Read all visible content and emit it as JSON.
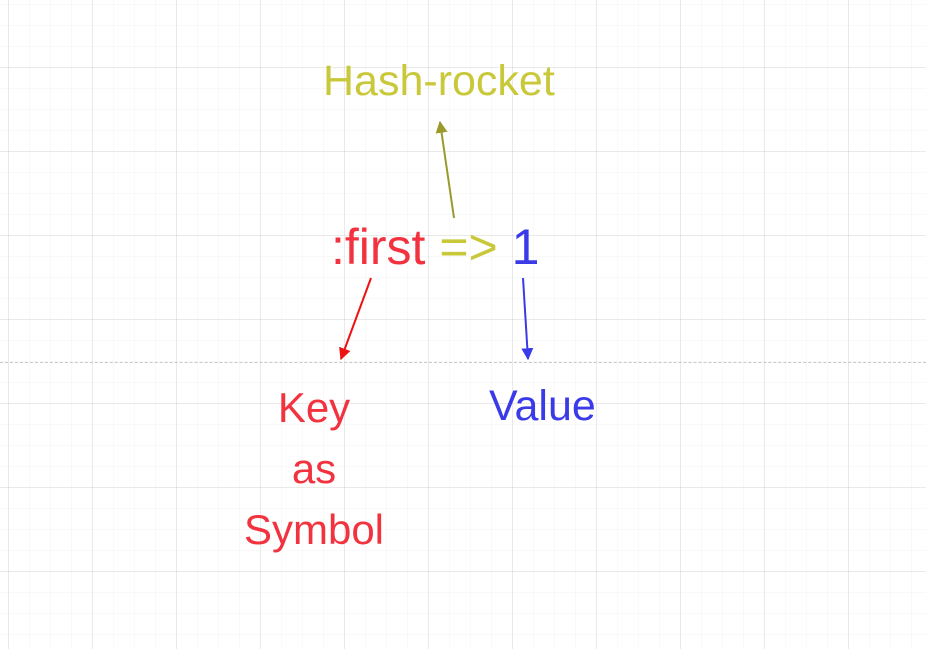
{
  "diagram": {
    "expression": {
      "key": ":first",
      "rocket": "=>",
      "value": "1"
    },
    "labels": {
      "hash_rocket": "Hash-rocket",
      "key_line1": "Key",
      "key_line2": "as",
      "key_line3": "Symbol",
      "value": "Value"
    },
    "colors": {
      "key": "#f2333f",
      "rocket": "#c8c83a",
      "rocket_arrow": "#9a9a2a",
      "value": "#3a3ae8",
      "key_arrow": "#ee1111"
    }
  }
}
